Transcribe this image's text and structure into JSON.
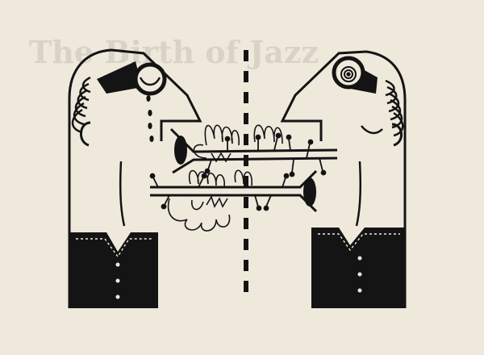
{
  "illustration": {
    "show_through_text": "The Birth of Jazz",
    "colors": {
      "paper": "#efe9dc",
      "ink": "#141414",
      "ghost_text": "#d9d3c6"
    },
    "subjects": [
      "left-figure-crying",
      "right-figure-smiling",
      "two-trumpets",
      "dashed-divider"
    ]
  }
}
